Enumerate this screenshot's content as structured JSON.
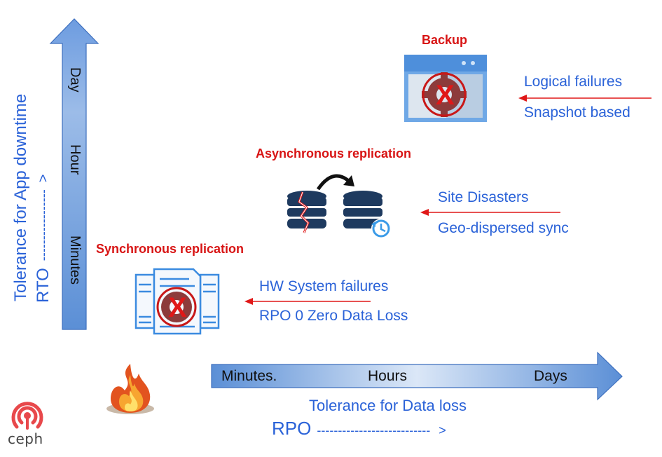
{
  "y_axis": {
    "title": "Tolerance for App downtime",
    "subtitle": "RTO",
    "dashes": "-----------------",
    "arrow_head": ">",
    "ticks": [
      "Day",
      "Hour",
      "Minutes"
    ]
  },
  "x_axis": {
    "ticks": [
      "Minutes.",
      "Hours",
      "Days"
    ],
    "title": "Tolerance for Data loss",
    "subtitle": "RPO",
    "dashes": "---------------------------",
    "arrow_head": ">"
  },
  "levels": {
    "backup": {
      "title": "Backup",
      "line1": "Logical failures",
      "line2": "Snapshot based"
    },
    "async": {
      "title": "Asynchronous replication",
      "line1": "Site Disasters",
      "line2": "Geo-dispersed sync"
    },
    "sync": {
      "title": "Synchronous replication",
      "line1": "HW System failures",
      "line2": "RPO 0 Zero Data Loss"
    }
  },
  "logo": {
    "text": "ceph"
  },
  "colors": {
    "accent_blue": "#2a62d8",
    "title_red": "#d81414",
    "arrow_gradient_start": "#5b8fd6",
    "arrow_gradient_end": "#dbe7f7",
    "logo_red": "#e8484b",
    "db_navy": "#1e3a5f"
  },
  "icons": [
    "backup-window-icon",
    "database-broken-icon",
    "database-restore-icon",
    "document-stack-icon",
    "fire-icon",
    "ceph-logo-icon"
  ]
}
